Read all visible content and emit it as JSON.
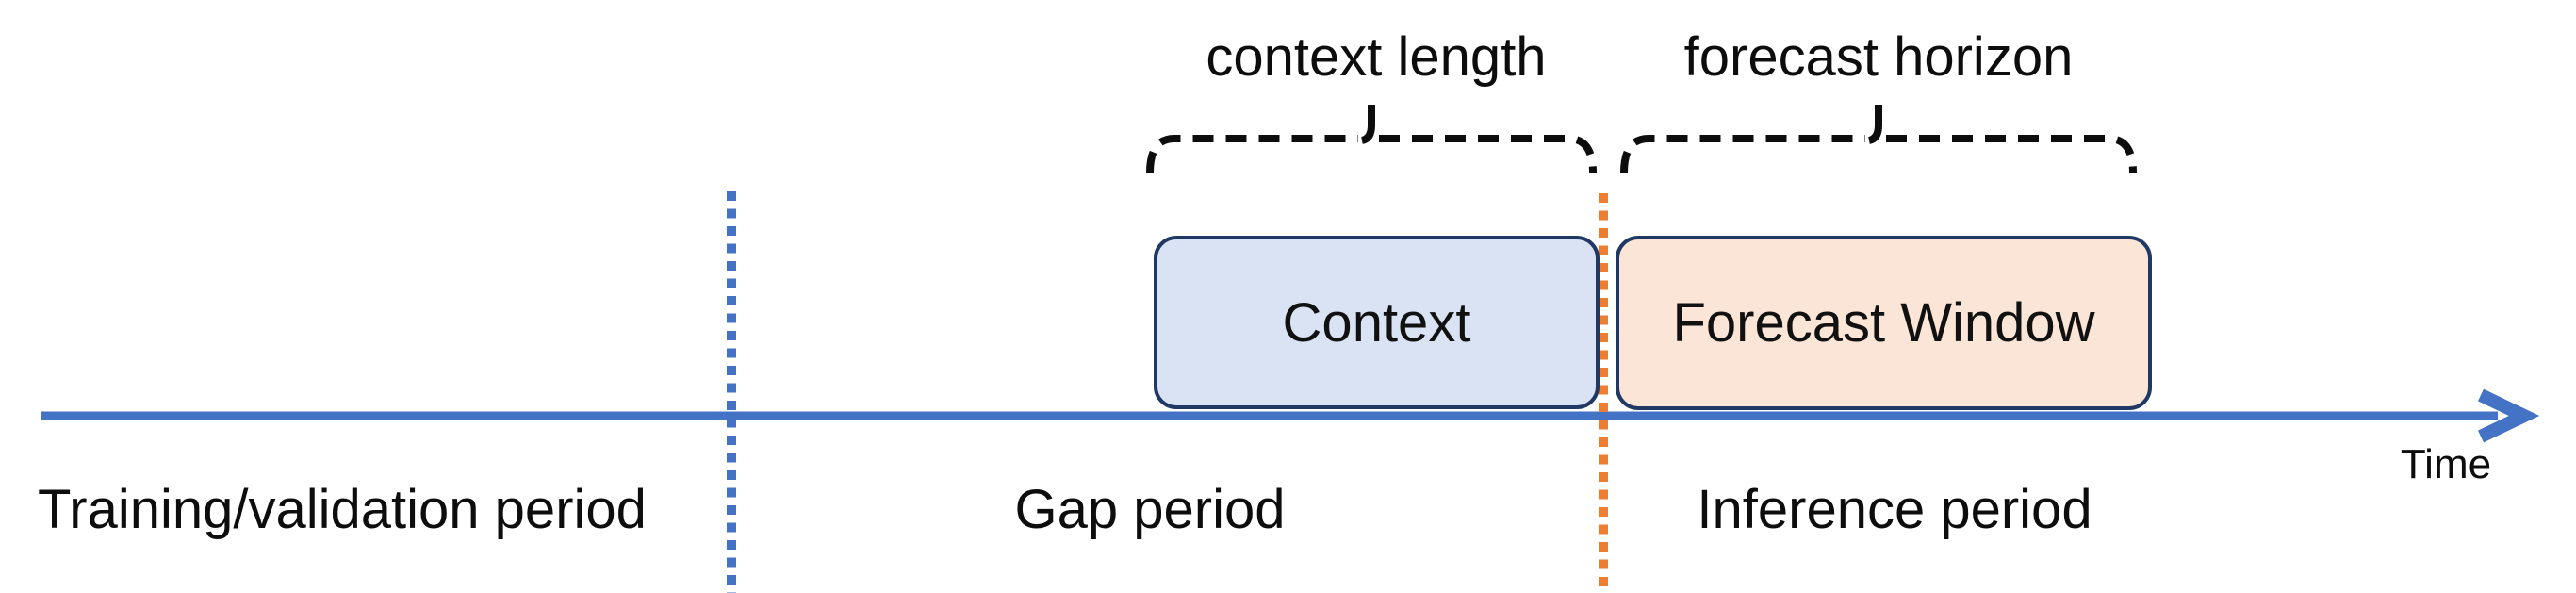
{
  "diagram": {
    "top_labels": {
      "context_length": "context length",
      "forecast_horizon": "forecast horizon"
    },
    "boxes": {
      "context": "Context",
      "forecast_window": "Forecast Window"
    },
    "period_labels": {
      "training": "Training/validation period",
      "gap": "Gap period",
      "inference": "Inference period"
    },
    "axis": {
      "time_label": "Time"
    },
    "colors": {
      "timeline_blue": "#4472C4",
      "separator_orange": "#ED7D31",
      "context_fill": "#DAE3F3",
      "forecast_fill": "#FBE5D6",
      "box_border": "#1F3864",
      "ink": "#0D0D0D"
    }
  }
}
